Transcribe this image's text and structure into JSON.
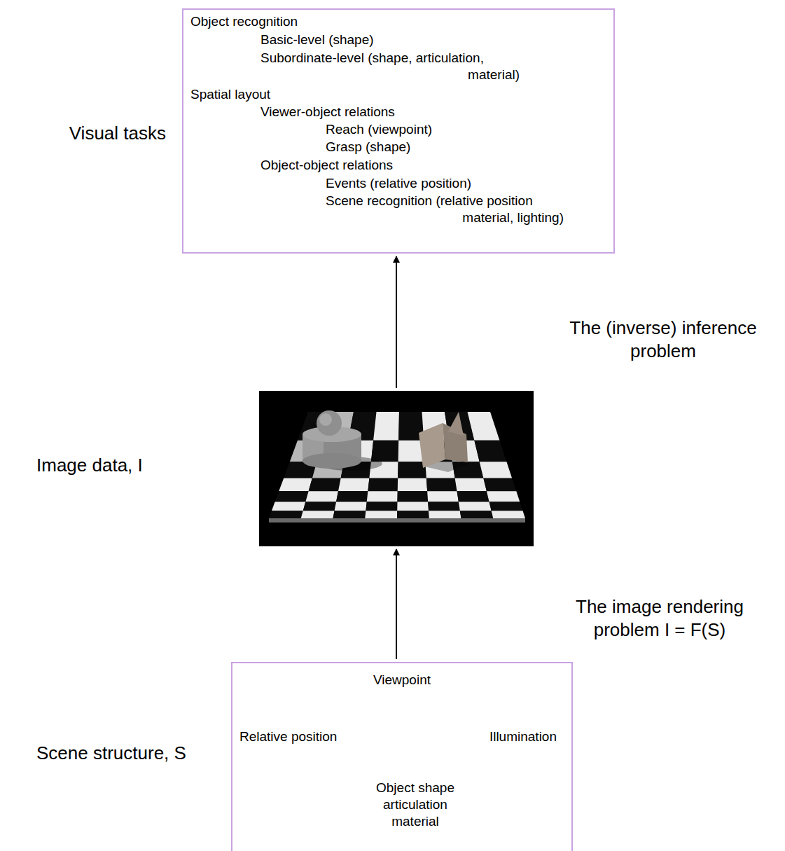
{
  "diagram": {
    "nodes": [
      {
        "text": [
          "Visual tasks",
          "Object recognition",
          "Basic-level (shape)",
          "Subordinate-level (shape, articulation, material)",
          "Spatial layout",
          "Viewer-object relations",
          "Reach (viewpoint)",
          "Grasp (shape)",
          "Object-object relations",
          "Events (relative position)",
          "Scene recognition (relative position material, lighting)"
        ]
      },
      {
        "text": [
          "Image data, I"
        ]
      },
      {
        "text": [
          "Scene structure, S",
          "Viewpoint",
          "Relative position",
          "Illumination",
          "Object shape articulation material"
        ]
      }
    ],
    "edges": [
      {
        "from": 2,
        "to": 1,
        "arrow": "to",
        "label": "The image rendering problem I = F(S)"
      },
      {
        "from": 1,
        "to": 0,
        "arrow": "to",
        "label": "The (inverse) inference problem"
      }
    ]
  }
}
